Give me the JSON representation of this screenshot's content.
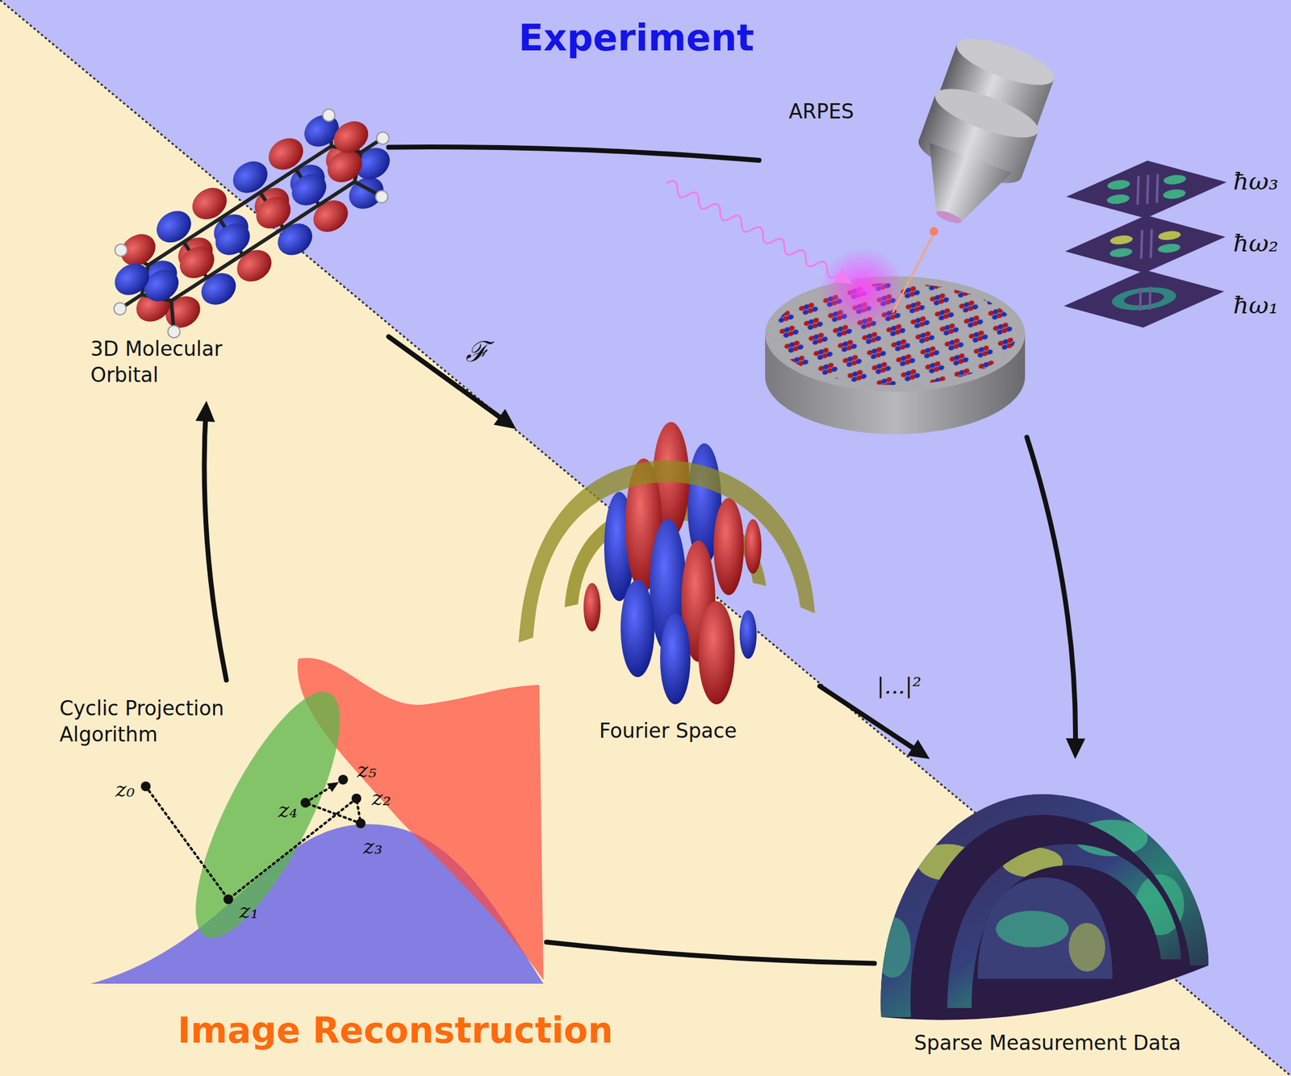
{
  "diagram": {
    "nodes": [
      {
        "text": [
          "3D Molecular Orbital"
        ]
      },
      {
        "text": [
          "ARPES"
        ]
      },
      {
        "text": [
          "Fourier Space"
        ]
      },
      {
        "text": [
          "Sparse Measurement Data"
        ]
      },
      {
        "text": [
          "Cyclic Projection Algorithm"
        ]
      }
    ],
    "edges": [
      {
        "from": 0,
        "to": 1,
        "arrow": "none"
      },
      {
        "from": 1,
        "to": 3,
        "arrow": "to"
      },
      {
        "from": 3,
        "to": 4,
        "arrow": "none"
      },
      {
        "from": 4,
        "to": 0,
        "arrow": "to"
      },
      {
        "from": 0,
        "to": 2,
        "arrow": "to",
        "label": "ℱ"
      },
      {
        "from": 2,
        "to": 3,
        "arrow": "to",
        "label": "|...|²"
      }
    ],
    "labels": [
      "Experiment",
      "ħω₃",
      "ħω₂",
      "ħω₁",
      "z₀",
      "z₁",
      "z₂",
      "z₃",
      "z₄",
      "z₅",
      "Image Reconstruction"
    ]
  }
}
